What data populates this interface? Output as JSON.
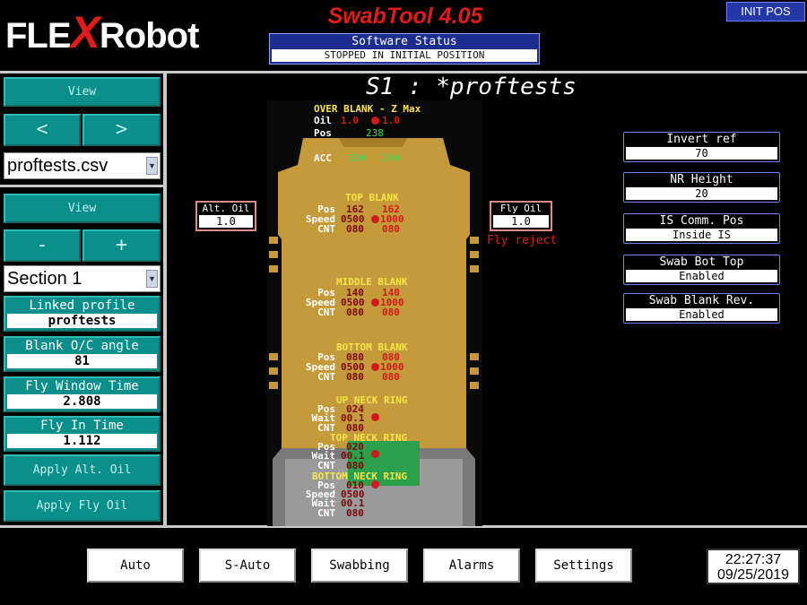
{
  "header": {
    "logo_pre": "FLE",
    "logo_x": "X",
    "logo_post": "Robot",
    "app_title": "SwabTool 4.05",
    "status_title": "Software Status",
    "status_value": "STOPPED IN INITIAL POSITION",
    "init_pos": "INIT POS"
  },
  "left": {
    "view1": "View",
    "prev": "<",
    "next": ">",
    "file": "proftests.csv",
    "view2": "View",
    "minus": "-",
    "plus": "+",
    "section": "Section 1",
    "fields": [
      {
        "label": "Linked profile",
        "value": "proftests"
      },
      {
        "label": "Blank O/C angle",
        "value": "81"
      },
      {
        "label": "Fly Window Time",
        "value": "2.808"
      },
      {
        "label": "Fly In Time",
        "value": "1.112"
      }
    ],
    "apply_alt": "Apply Alt. Oil",
    "apply_fly": "Apply Fly Oil"
  },
  "center": {
    "title": "S1 : *proftests",
    "over_blank": "OVER BLANK - Z Max",
    "oil_label": "Oil",
    "oil_a": "1.0",
    "oil_b": "1.0",
    "pos_label": "Pos",
    "pos_value": "238",
    "acc_label": "ACC",
    "acc_a": "000",
    "acc_b": "240",
    "alt_oil": {
      "title": "Alt. Oil",
      "value": "1.0"
    },
    "fly_oil": {
      "title": "Fly Oil",
      "value": "1.0"
    },
    "fly_reject": "Fly reject",
    "sections": [
      {
        "name": "TOP BLANK",
        "pos": [
          "162",
          "162"
        ],
        "speed": [
          "0500",
          "1000"
        ],
        "cnt": [
          "080",
          "080"
        ]
      },
      {
        "name": "MIDDLE BLANK",
        "pos": [
          "140",
          "140"
        ],
        "speed": [
          "0500",
          "1000"
        ],
        "cnt": [
          "080",
          "080"
        ]
      },
      {
        "name": "BOTTOM BLANK",
        "pos": [
          "080",
          "080"
        ],
        "speed": [
          "0500",
          "1000"
        ],
        "cnt": [
          "080",
          "080"
        ]
      }
    ],
    "up_neck": {
      "name": "UP NECK RING",
      "pos": "024",
      "wait": "00.1",
      "cnt": "080"
    },
    "top_neck": {
      "name": "TOP NECK RING",
      "pos": "020",
      "wait": "00.1",
      "cnt": "080"
    },
    "bottom_neck": {
      "name": "BOTTOM NECK RING",
      "pos": "010",
      "speed": "0500",
      "wait": "00.1",
      "cnt": "080"
    },
    "labels": {
      "pos": "Pos",
      "speed": "Speed",
      "cnt": "CNT",
      "wait": "Wait"
    }
  },
  "right": [
    {
      "label": "Invert ref",
      "value": "70"
    },
    {
      "label": "NR Height",
      "value": "20"
    },
    {
      "label": "IS Comm. Pos",
      "value": "Inside IS"
    },
    {
      "label": "Swab Bot Top",
      "value": "Enabled"
    },
    {
      "label": "Swab Blank Rev.",
      "value": "Enabled"
    }
  ],
  "bottom": {
    "auto": "Auto",
    "s_auto": "S-Auto",
    "swabbing": "Swabbing",
    "alarms": "Alarms",
    "settings": "Settings",
    "time": "22:27:37",
    "date": "09/25/2019"
  },
  "colors": {
    "teal": "#0b8f8a",
    "mold": "#c49a3a",
    "status_blue": "#1d2d8f",
    "alert_red": "#e11b1b"
  }
}
